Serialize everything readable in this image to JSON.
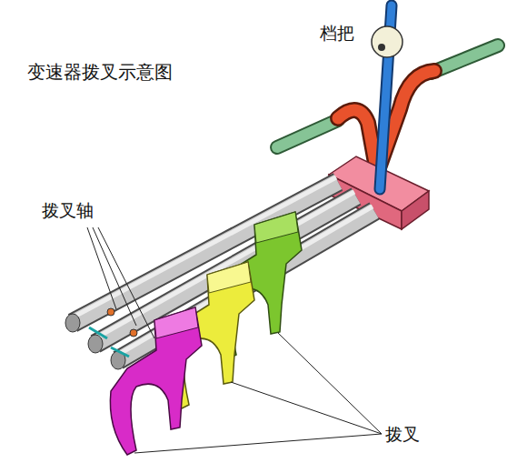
{
  "diagram": {
    "title": "变速器拨叉示意图",
    "labels": [
      "档把",
      "拨叉轴",
      "拨叉"
    ]
  }
}
